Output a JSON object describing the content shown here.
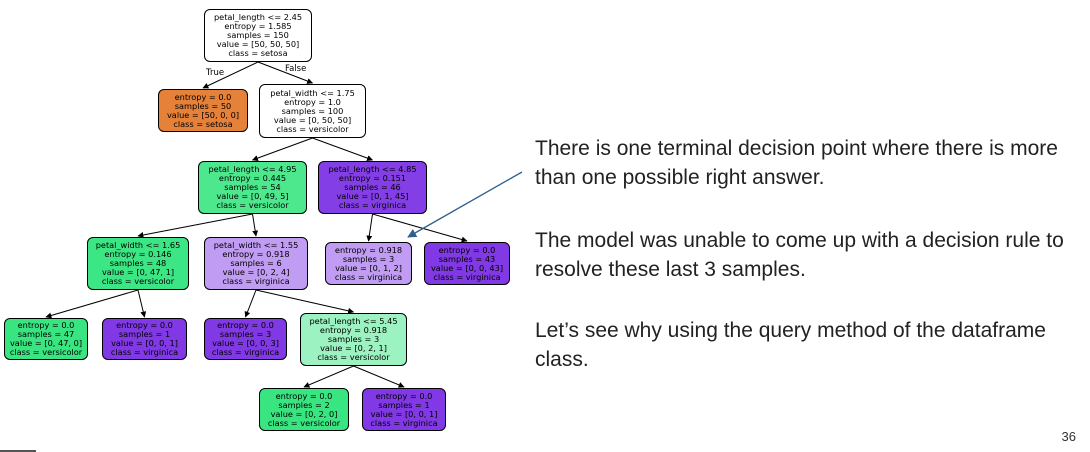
{
  "tree": {
    "edge_labels": {
      "true": "True",
      "false": "False"
    },
    "nodes": [
      {
        "id": "n0",
        "fill": "#ffffff",
        "lines": [
          "petal_length <= 2.45",
          "entropy = 1.585",
          "samples = 150",
          "value = [50, 50, 50]",
          "class = setosa"
        ]
      },
      {
        "id": "n1",
        "fill": "#e58139",
        "lines": [
          "entropy = 0.0",
          "samples = 50",
          "value = [50, 0, 0]",
          "class = setosa"
        ]
      },
      {
        "id": "n2",
        "fill": "#ffffff",
        "lines": [
          "petal_width <= 1.75",
          "entropy = 1.0",
          "samples = 100",
          "value = [0, 50, 50]",
          "class = versicolor"
        ]
      },
      {
        "id": "n3",
        "fill": "#4de88e",
        "lines": [
          "petal_length <= 4.95",
          "entropy = 0.445",
          "samples = 54",
          "value = [0, 49, 5]",
          "class = versicolor"
        ]
      },
      {
        "id": "n4",
        "fill": "#843ee6",
        "lines": [
          "petal_length <= 4.85",
          "entropy = 0.151",
          "samples = 46",
          "value = [0, 1, 45]",
          "class = virginica"
        ]
      },
      {
        "id": "n5",
        "fill": "#3de684",
        "lines": [
          "petal_width <= 1.65",
          "entropy = 0.146",
          "samples = 48",
          "value = [0, 47, 1]",
          "class = versicolor"
        ]
      },
      {
        "id": "n6",
        "fill": "#c09cf2",
        "lines": [
          "petal_width <= 1.55",
          "entropy = 0.918",
          "samples = 6",
          "value = [0, 2, 4]",
          "class = virginica"
        ]
      },
      {
        "id": "n7",
        "fill": "#c09cf2",
        "lines": [
          "entropy = 0.918",
          "samples = 3",
          "value = [0, 1, 2]",
          "class = virginica"
        ]
      },
      {
        "id": "n8",
        "fill": "#8139e5",
        "lines": [
          "entropy = 0.0",
          "samples = 43",
          "value = [0, 0, 43]",
          "class = virginica"
        ]
      },
      {
        "id": "n9",
        "fill": "#39e581",
        "lines": [
          "entropy = 0.0",
          "samples = 47",
          "value = [0, 47, 0]",
          "class = versicolor"
        ]
      },
      {
        "id": "n10",
        "fill": "#8139e5",
        "lines": [
          "entropy = 0.0",
          "samples = 1",
          "value = [0, 0, 1]",
          "class = virginica"
        ]
      },
      {
        "id": "n11",
        "fill": "#8139e5",
        "lines": [
          "entropy = 0.0",
          "samples = 3",
          "value = [0, 0, 3]",
          "class = virginica"
        ]
      },
      {
        "id": "n12",
        "fill": "#9cf2c0",
        "lines": [
          "petal_length <= 5.45",
          "entropy = 0.918",
          "samples = 3",
          "value = [0, 2, 1]",
          "class = versicolor"
        ]
      },
      {
        "id": "n13",
        "fill": "#39e581",
        "lines": [
          "entropy = 0.0",
          "samples = 2",
          "value = [0, 2, 0]",
          "class = versicolor"
        ]
      },
      {
        "id": "n14",
        "fill": "#8139e5",
        "lines": [
          "entropy = 0.0",
          "samples = 1",
          "value = [0, 0, 1]",
          "class = virginica"
        ]
      }
    ],
    "edges": [
      [
        "n0",
        "n1"
      ],
      [
        "n0",
        "n2"
      ],
      [
        "n2",
        "n3"
      ],
      [
        "n2",
        "n4"
      ],
      [
        "n3",
        "n5"
      ],
      [
        "n3",
        "n6"
      ],
      [
        "n4",
        "n7"
      ],
      [
        "n4",
        "n8"
      ],
      [
        "n5",
        "n9"
      ],
      [
        "n5",
        "n10"
      ],
      [
        "n6",
        "n11"
      ],
      [
        "n6",
        "n12"
      ],
      [
        "n12",
        "n13"
      ],
      [
        "n12",
        "n14"
      ]
    ]
  },
  "notes": {
    "p1": "There is one terminal decision point where there is more than one possible right answer.",
    "p2": "The model was unable to come up with a decision rule to resolve these last 3 samples.",
    "p3": "Let’s see why using the query method of the dataframe class."
  },
  "colors": {
    "annotation_arrow": "#2f5f8f"
  },
  "slide_number": "36"
}
